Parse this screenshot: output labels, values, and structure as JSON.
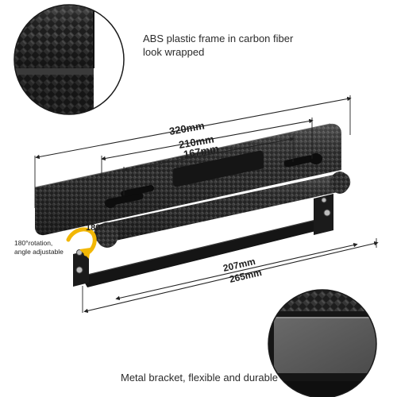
{
  "captions": {
    "frame_material": "ABS plastic frame in carbon fiber\nlook wrapped",
    "bracket_material": "Metal bracket, flexible and durable",
    "rotation": "180°rotation,\nangle adjustable"
  },
  "dimensions": {
    "overall_width": "320mm",
    "outer_holes": "210mm",
    "inner_holes": "167mm",
    "bracket_holes": "207mm",
    "bracket_width": "265mm"
  },
  "rotation_badge": "180°",
  "colors": {
    "carbon_dark": "#1c1c1c",
    "carbon_light": "#4a4a4a",
    "bracket": "#151515",
    "accent": "#f2b705"
  }
}
